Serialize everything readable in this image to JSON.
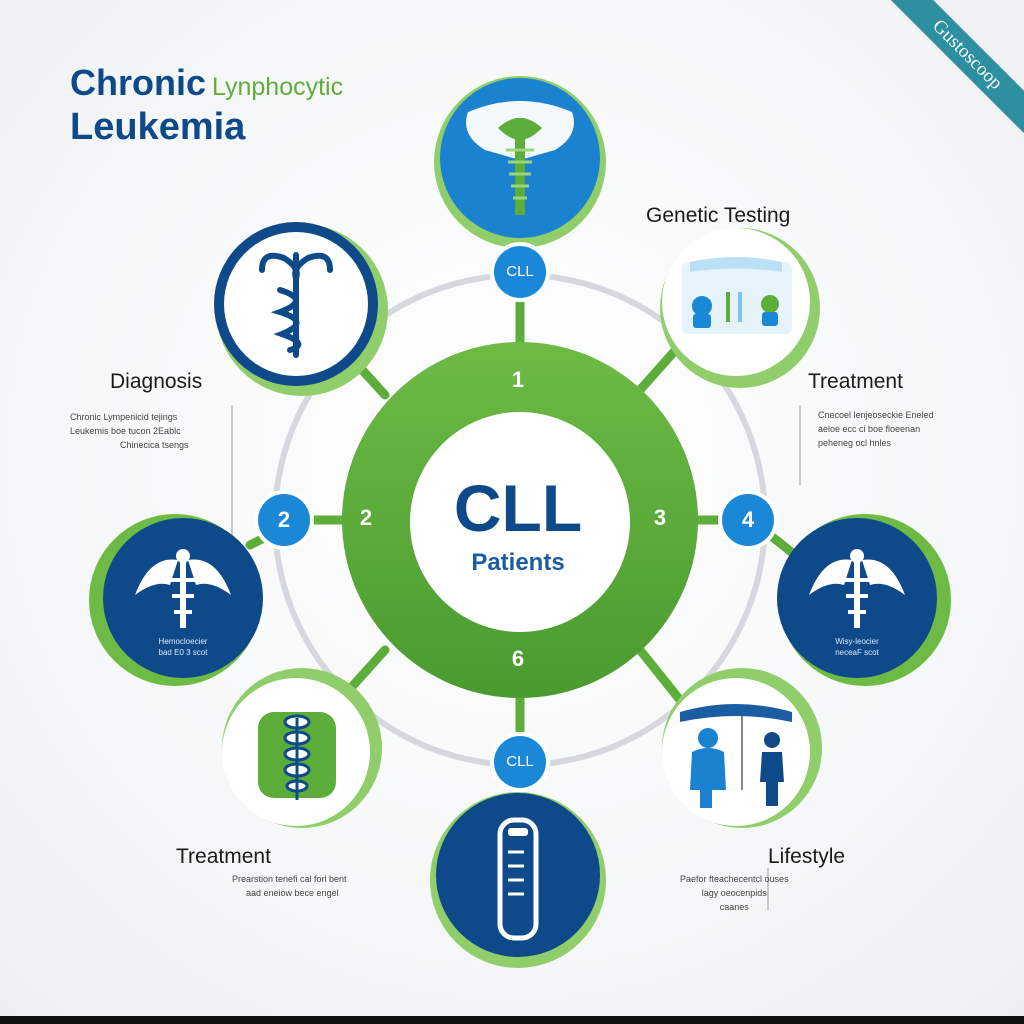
{
  "title": {
    "line1": "Chronic",
    "line1_sub": "Lynphocytic",
    "line2": "Leukemia"
  },
  "center": {
    "main": "CLL",
    "sub": "Patients"
  },
  "numbers": {
    "one": "1",
    "two": "2",
    "three": "3",
    "six": "6",
    "badge_left": "2",
    "badge_right": "4"
  },
  "badges": {
    "top": "CLL",
    "bottom": "CLL"
  },
  "labels": {
    "genetic_testing": "Genetic Testing",
    "diagnosis": "Diagnosis",
    "treatment_right": "Treatment",
    "treatment_left": "Treatment",
    "lifestyle": "Lifestyle"
  },
  "descriptions": {
    "diagnosis": [
      "Chronic Lympenicid tejings",
      "Leukemis boe tucon 2Eablc",
      "Chinecica tsengs"
    ],
    "treatment_right": [
      "Cnecoel lenjeoseckie Eneled",
      "aeloe ecc ci boe floeenan",
      "peheneg ocl hnles"
    ],
    "treatment_left": [
      "Prearstion tenefi cal forl bent",
      "aad eneiow bece engel"
    ],
    "lifestyle": [
      "Paefor fteachecentcl ouses",
      "lagy oeocenpids",
      "caanes"
    ],
    "node_left": [
      "Hemocloecier",
      "bad E0 3 scot"
    ],
    "node_right": [
      "Wisy-leocier",
      "neceaF scot"
    ]
  },
  "watermark": "Gustoscoop",
  "colors": {
    "dark_blue": "#0e4a8a",
    "medium_blue": "#1a88d6",
    "green": "#5cad3a",
    "light_green": "#8fce6a",
    "gray_ring": "#d5d8dc"
  },
  "icons": {
    "top": "anatomy-icon",
    "upper_left": "caduceus-icon",
    "upper_right": "lab-test-icon",
    "left": "winged-medical-icon",
    "right": "winged-medical-icon",
    "lower_left": "spine-icon",
    "bottom": "test-tube-icon",
    "lower_right": "patient-icon"
  }
}
